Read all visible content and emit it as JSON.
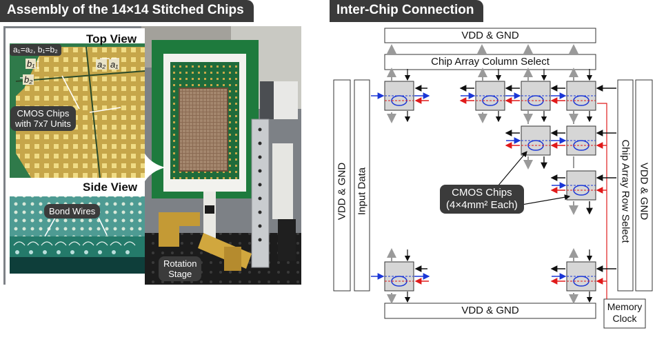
{
  "left_panel": {
    "title": "Assembly of the 14×14 Stitched Chips",
    "top_view_label": "Top View",
    "dim_eq_a": "a",
    "dim_eq_text": "a₁=a₂, b₁=b₂",
    "b1": "b₁",
    "b2": "b₂",
    "a2": "a₂",
    "a1": "a₁",
    "cmos_callout_line1": "CMOS Chips",
    "cmos_callout_line2": "with 7x7 Units",
    "side_view_label": "Side View",
    "bond_wires_label": "Bond Wires",
    "rotation_stage_line1": "Rotation",
    "rotation_stage_line2": "Stage"
  },
  "right_panel": {
    "title": "Inter-Chip Connection",
    "vdd_top": "VDD & GND",
    "column_select": "Chip Array Column Select",
    "vdd_left": "VDD & GND",
    "input_data": "Input Data",
    "row_select": "Chip Array Row Select",
    "vdd_right": "VDD & GND",
    "vdd_bottom": "VDD & GND",
    "memory_clock_line1": "Memory",
    "memory_clock_line2": "Clock",
    "cmos_callout_line1": "CMOS Chips",
    "cmos_callout_line2": "(4×4mm² Each)"
  },
  "colors": {
    "title_bg": "#3a3a3a",
    "chip_fill": "#d6d6d6",
    "data_arrow": "#1a36d6",
    "clock_arrow": "#e01a1a",
    "power_arrow": "#9a9a9a",
    "callout_bg": "#3b3b3b"
  }
}
